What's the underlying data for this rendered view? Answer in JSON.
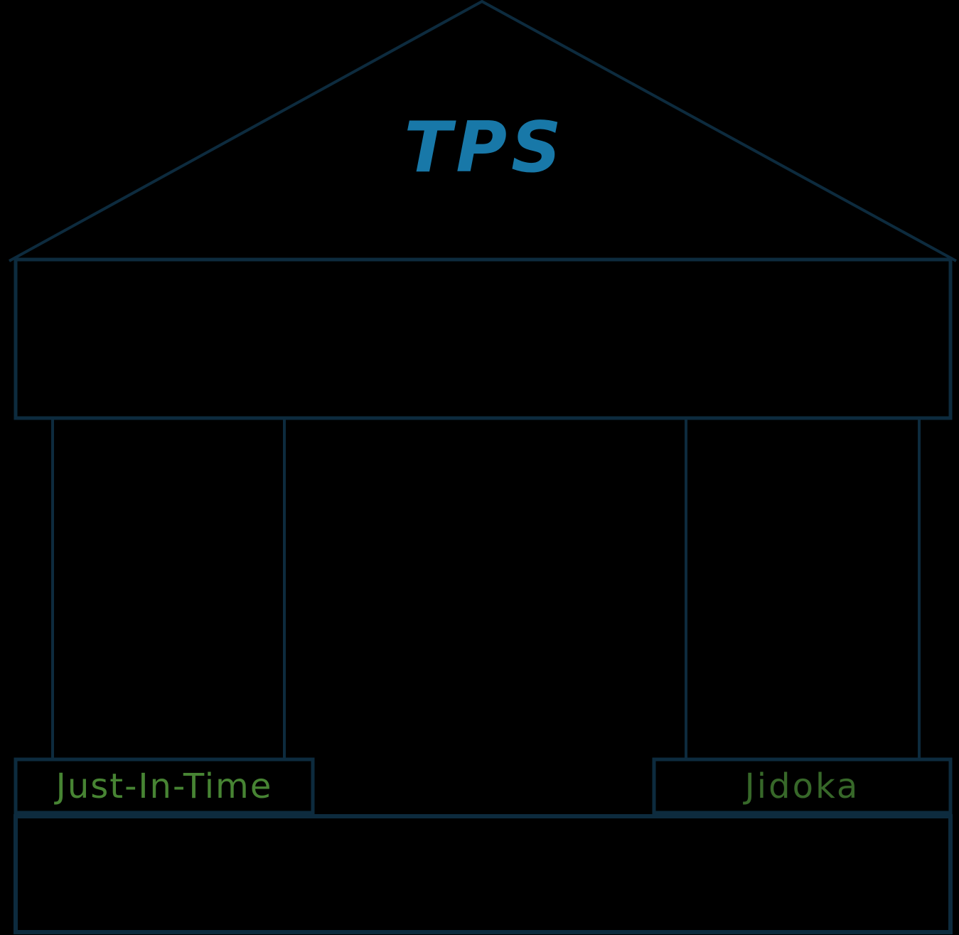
{
  "diagram": {
    "title": "TPS",
    "left_pillar_label": "Just-In-Time",
    "right_pillar_label": "Jidoka",
    "colors": {
      "line": "#0d2b3e",
      "title": "#1878a8",
      "left_label": "#478433",
      "right_label": "#376829",
      "background": "#000000"
    }
  }
}
